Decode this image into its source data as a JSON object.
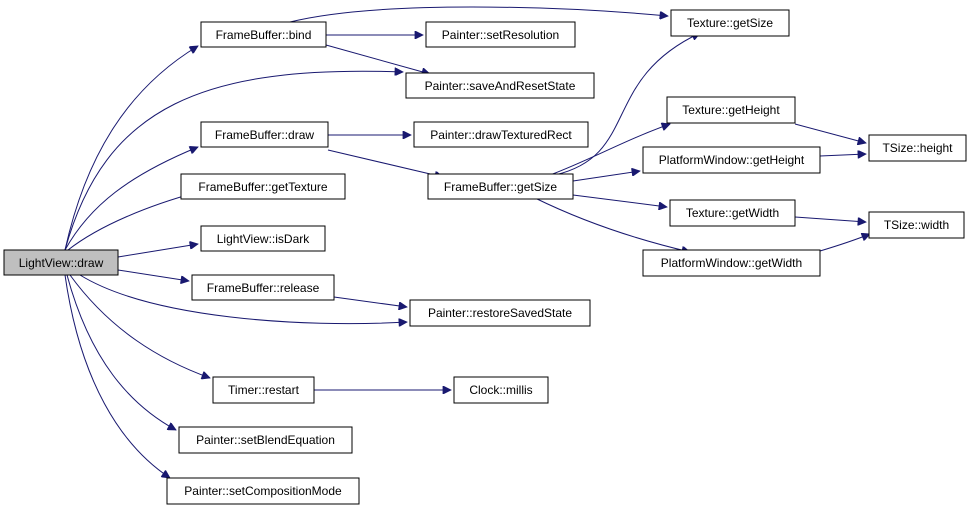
{
  "graph": {
    "edge_color": "#191970",
    "root_fill": "#bfbfbf",
    "nodes": {
      "lightview_draw": "LightView::draw",
      "fb_bind": "FrameBuffer::bind",
      "painter_setresolution": "Painter::setResolution",
      "texture_getsize": "Texture::getSize",
      "painter_saveandresetstate": "Painter::saveAndResetState",
      "fb_draw": "FrameBuffer::draw",
      "painter_drawtexturedrect": "Painter::drawTexturedRect",
      "texture_getheight": "Texture::getHeight",
      "tsize_height": "TSize::height",
      "platformwindow_getheight": "PlatformWindow::getHeight",
      "fb_getsize": "FrameBuffer::getSize",
      "fb_gettexture": "FrameBuffer::getTexture",
      "texture_getwidth": "Texture::getWidth",
      "tsize_width": "TSize::width",
      "lightview_isdark": "LightView::isDark",
      "platformwindow_getwidth": "PlatformWindow::getWidth",
      "fb_release": "FrameBuffer::release",
      "painter_restoresavedstate": "Painter::restoreSavedState",
      "timer_restart": "Timer::restart",
      "clock_millis": "Clock::millis",
      "painter_setblendequation": "Painter::setBlendEquation",
      "painter_setcompositionmode": "Painter::setCompositionMode"
    }
  }
}
